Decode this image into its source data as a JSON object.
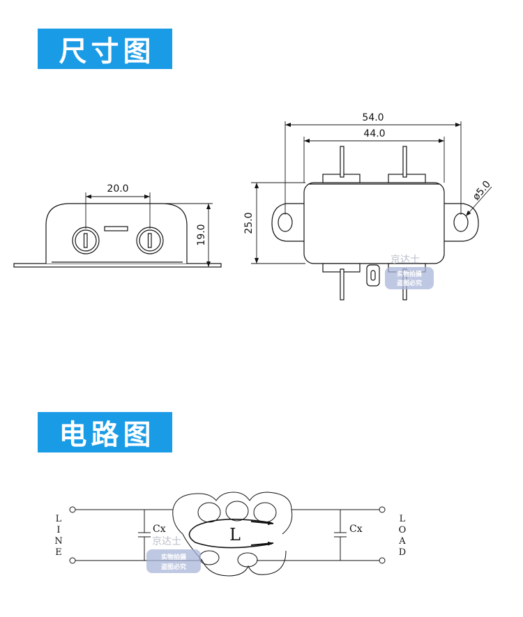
{
  "sections": {
    "dimensions_title": "尺寸图",
    "circuit_title": "电路图"
  },
  "front_view": {
    "width_label": "20.0",
    "height_label": "19.0"
  },
  "top_view": {
    "overall_label": "54.0",
    "body_label": "44.0",
    "height_label": "25.0",
    "hole_label": "ø5.0"
  },
  "circuit": {
    "line_label": [
      "L",
      "I",
      "N",
      "E"
    ],
    "load_label": [
      "L",
      "O",
      "A",
      "D"
    ],
    "cap_left_label": "Cx",
    "cap_right_label": "Cx",
    "inductor_label": "L"
  },
  "watermark": {
    "brand": "京达士",
    "line1": "实物拍摄",
    "line2": "盗图必究"
  }
}
